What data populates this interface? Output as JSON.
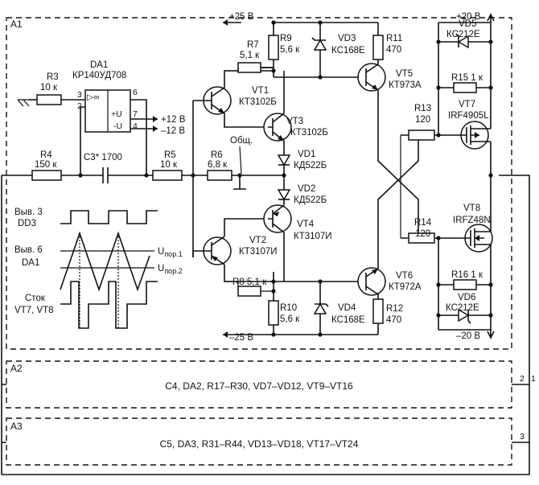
{
  "blocks": {
    "a1": {
      "label": "A1"
    },
    "a2": {
      "label": "A2",
      "content": "C4, DA2, R17–R30, VD7–VD12, VT9–VT16",
      "pin": "2"
    },
    "a3": {
      "label": "A3",
      "content": "C5, DA3, R31–R44, VD13–VD18, VT17–VT24",
      "pin": "3"
    },
    "pin1": "1"
  },
  "supplies": {
    "p25": "+25 В",
    "m25": "–25 В",
    "p20": "+20 В",
    "m20": "–20 В",
    "p12": "+12 В",
    "m12": "–12 В",
    "gnd": "Общ."
  },
  "opamp": {
    "name": "DA1",
    "type": "КР140УД708",
    "symbol": "▷∞",
    "pin_plus_u": "+U",
    "pin_minus_u": "-U",
    "p2": "2",
    "p3": "3",
    "p4": "4",
    "p6": "6",
    "p7": "7"
  },
  "components": {
    "r3": {
      "name": "R3",
      "value": "10 к"
    },
    "r4": {
      "name": "R4",
      "value": "150 к"
    },
    "c3": {
      "name": "C3* 1700"
    },
    "r5": {
      "name": "R5",
      "value": "10 к"
    },
    "r6": {
      "name": "R6",
      "value": "6,8 к"
    },
    "r7": {
      "name": "R7",
      "value": "5,1 к"
    },
    "r8": {
      "name": "R8 5,1 к"
    },
    "r9": {
      "name": "R9",
      "value": "5,6 к"
    },
    "r10": {
      "name": "R10",
      "value": "5,6 к"
    },
    "r11": {
      "name": "R11",
      "value": "470"
    },
    "r12": {
      "name": "R12",
      "value": "470"
    },
    "r13": {
      "name": "R13",
      "value": "120"
    },
    "r14": {
      "name": "R14",
      "value": "120"
    },
    "r15": {
      "name": "R15  1 к"
    },
    "r16": {
      "name": "R16  1 к"
    },
    "vd1": {
      "name": "VD1",
      "value": "КД522Б"
    },
    "vd2": {
      "name": "VD2",
      "value": "КД522Б"
    },
    "vd3": {
      "name": "VD3",
      "value": "КС168Е"
    },
    "vd4": {
      "name": "VD4",
      "value": "КС168Е"
    },
    "vd5": {
      "name": "VD5",
      "value": "КС212Е"
    },
    "vd6": {
      "name": "VD6",
      "value": "КС212Е"
    },
    "vt1": {
      "name": "VT1",
      "value": "КТ3102Б"
    },
    "vt2": {
      "name": "VT2",
      "value": "КТ3107И"
    },
    "vt3": {
      "name": "VT3",
      "value": "КТ3102Б"
    },
    "vt4": {
      "name": "VT4",
      "value": "КТ3107И"
    },
    "vt5": {
      "name": "VT5",
      "value": "КТ973А"
    },
    "vt6": {
      "name": "VT6",
      "value": "КТ972А"
    },
    "vt7": {
      "name": "VT7",
      "value": "IRF4905L"
    },
    "vt8": {
      "name": "VT8",
      "value": "IRFZ48N"
    }
  },
  "waveforms": {
    "out3_l1": "Выв. 3",
    "out3_l2": "DD3",
    "out6_l1": "Выв. 6",
    "out6_l2": "DA1",
    "drain_l1": "Сток",
    "drain_l2": "VT7, VT8",
    "u1_base": "U",
    "u1_sub": "пор.1",
    "u2_base": "U",
    "u2_sub": "пор.2"
  },
  "colors": {
    "ink": "#111111",
    "paper": "#ffffff"
  }
}
